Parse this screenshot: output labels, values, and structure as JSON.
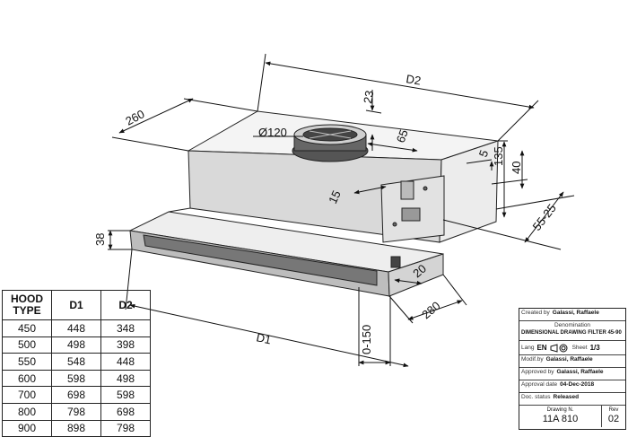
{
  "dimensions": {
    "d2": "D2",
    "d1": "D1",
    "depth_260": "260",
    "dia_120": "Ø120",
    "h_23": "23",
    "off_65": "65",
    "h_5": "5",
    "h_135": "135",
    "h_40": "40",
    "w_15": "15",
    "v_55_25": "55-25",
    "h_38": "38",
    "w_20": "20",
    "w_280": "280",
    "v_0_150": "0-150"
  },
  "hood_table": {
    "headers": [
      "HOOD TYPE",
      "D1",
      "D2"
    ],
    "rows": [
      [
        "450",
        "448",
        "348"
      ],
      [
        "500",
        "498",
        "398"
      ],
      [
        "550",
        "548",
        "448"
      ],
      [
        "600",
        "598",
        "498"
      ],
      [
        "700",
        "698",
        "598"
      ],
      [
        "800",
        "798",
        "698"
      ],
      [
        "900",
        "898",
        "798"
      ]
    ]
  },
  "title_block": {
    "created_label": "Created by",
    "created_value": "Galassi, Raffaele",
    "denomination_label": "Denomination",
    "denomination_value": "DIMENSIONAL DRAWING FILTER 45-90",
    "lang_label": "Lang",
    "lang_value": "EN",
    "sheet_label": "Sheet",
    "sheet_value": "1/3",
    "modified_label": "Modif.by",
    "modified_value": "Galassi, Raffaele",
    "approved_label": "Approved by",
    "approved_value": "Galassi, Raffaele",
    "approval_date_label": "Approval date",
    "approval_date_value": "04-Dec-2018",
    "status_label": "Doc. status",
    "status_value": "Released",
    "drawing_label": "Drawing N.",
    "drawing_value": "11A 810",
    "rev_label": "Rev",
    "rev_value": "02"
  }
}
